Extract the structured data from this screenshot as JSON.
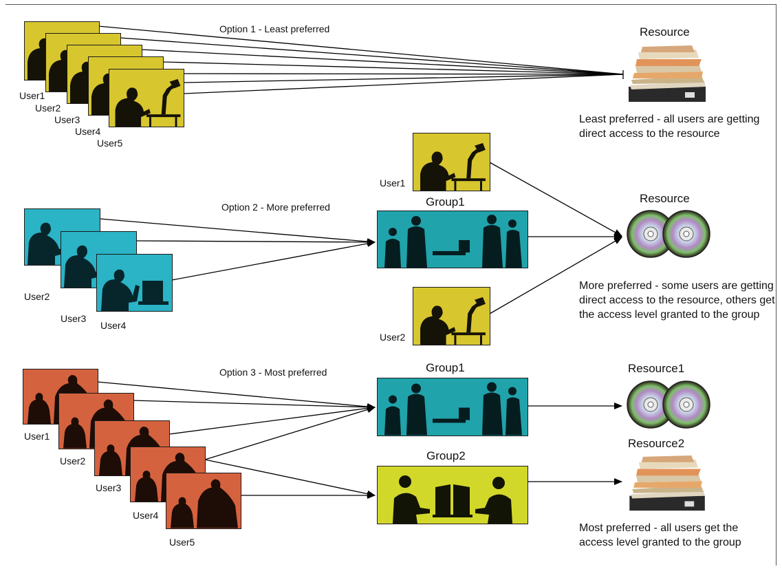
{
  "options": [
    {
      "label": "Option 1 - Least preferred",
      "users": [
        "User1",
        "User2",
        "User3",
        "User4",
        "User5"
      ],
      "resource_title": "Resource",
      "note": "Least preferred - all users are getting direct access to the resource"
    },
    {
      "label": "Option 2 - More preferred",
      "direct_users": [
        "User1",
        "User2"
      ],
      "group_users": [
        "User2",
        "User3",
        "User4"
      ],
      "group_title": "Group1",
      "resource_title": "Resource",
      "note": "More preferred - some users are getting direct access to the resource, others get the access level granted to the group"
    },
    {
      "label": "Option 3 - Most preferred",
      "users": [
        "User1",
        "User2",
        "User3",
        "User4",
        "User5"
      ],
      "groups": [
        "Group1",
        "Group2"
      ],
      "resources": [
        "Resource1",
        "Resource2"
      ],
      "note": "Most preferred - all users get the access level granted to the group"
    }
  ],
  "icons": {
    "office_user": "silhouette-at-desk-icon",
    "team_user": "silhouette-team-icon",
    "helpdesk_user": "silhouette-helpdesk-icon",
    "meeting_group": "business-meeting-icon",
    "phone_group": "phone-conversation-icon",
    "folder_stack": "file-stack-icon",
    "disc": "cd-disc-icon"
  },
  "colors": {
    "option1_photo": "#d8c62e",
    "option2_photo": "#2bb3c6",
    "option3_photo": "#d5623e",
    "group_meeting": "#20a3ab",
    "group_phone": "#d2d82a",
    "line": "#000000"
  }
}
